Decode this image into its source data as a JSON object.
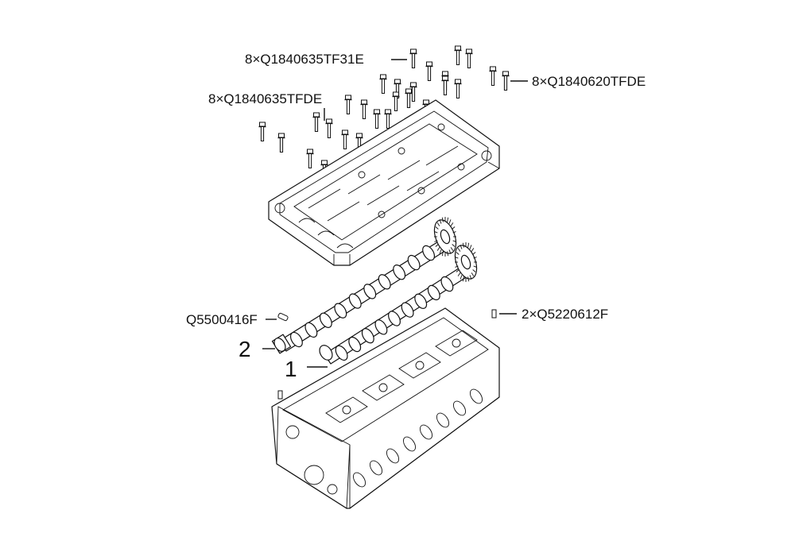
{
  "callouts": {
    "bolt_tf31e": "8×Q1840635TF31E",
    "bolt_tf20": "8×Q1840620TFDE",
    "bolt_tfde": "8×Q1840635TFDE",
    "pin_q5500416f": "Q5500416F",
    "dowel_q5220612f": "2×Q5220612F",
    "item_2": "2",
    "item_1": "1"
  }
}
